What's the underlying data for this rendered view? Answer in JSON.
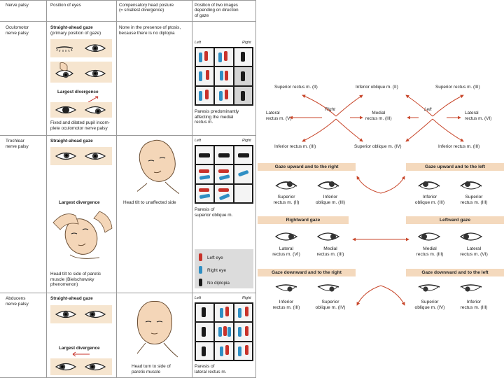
{
  "table": {
    "headers": {
      "palsy": "Nerve palsy",
      "position": "Position of eyes",
      "posture": "Compensatory head posture\n(= smallest divergence)",
      "images": "Position of two images\ndepending on direction\nof gaze"
    },
    "rows": [
      {
        "name": "Oculomotor\nnerve palsy",
        "gaze_title": "Straight-ahead gaze",
        "gaze_sub": "(primary position of gaze)",
        "largest": "Largest divergence",
        "note": "Fixed and dilated pupil incom-\nplete oculomotor nerve palsy",
        "posture": "None in the presence of ptosis,\nbecause there is no diplopia",
        "grid_left": "Left",
        "grid_right": "Right",
        "paresis": "Paresis predominantly\naffecting the medial\nrectus m."
      },
      {
        "name": "Trochlear\nnerve palsy",
        "gaze_title": "Straight-ahead gaze",
        "largest": "Largest divergence",
        "note": "Head tilt to side of paretic\nmuscle (Bielschowsky\nphenomenon)",
        "posture": "Head tilt to unaffected side",
        "grid_left": "Left",
        "grid_right": "Right",
        "paresis": "Paresis of\nsuperior oblique m."
      },
      {
        "name": "Abducens\nnerve palsy",
        "gaze_title": "Straight-ahead gaze",
        "largest": "Largest divergence",
        "posture": "Head turn to side of\nparetic muscle",
        "grid_left": "Left",
        "grid_right": "Right",
        "paresis": "Paresis of\nlateral rectus m."
      }
    ],
    "legend": [
      {
        "label": "Left eye",
        "color": "#c8322a"
      },
      {
        "label": "Right eye",
        "color": "#2f8fc4"
      },
      {
        "label": "No diplopia",
        "color": "#1a1a1a"
      }
    ]
  },
  "diagram": {
    "top_labels": {
      "sr_r": "Superior rectus m. (II)",
      "io_l": "Inferior oblique m. (II)",
      "sr_l": "Superior rectus m. (III)",
      "lr_r": "Lateral\nrectus m. (V)",
      "right": "Right",
      "mr": "Medial\nrectus m. (III)",
      "left": "Left",
      "lr_l": "Lateral\nrectus m. (VI)",
      "ir_r": "Inferior rectus m. (III)",
      "so": "Superior oblique m. (IV)",
      "ir_l": "Inferior rectus m. (III)"
    },
    "bars": {
      "up_right": "Gaze upward and to the right",
      "up_left": "Gaze upward and to the left",
      "right": "Rightward gaze",
      "left": "Leftward gaze",
      "down_right": "Gaze downward and to the right",
      "down_left": "Gaze downward and to the left"
    },
    "muscles": {
      "up_r1": "Superior\nrectus m. (II)",
      "up_r2": "Inferior\noblique m. (III)",
      "up_l1": "Inferior\noblique m. (III)",
      "up_l2": "Superior\nrectus m. (III)",
      "mid_r1": "Lateral\nrectus m. (VI)",
      "mid_r2": "Medial\nrectus m. (III)",
      "mid_l1": "Medial\nrectus m. (III)",
      "mid_l2": "Lateral\nrectus m. (VI)",
      "dn_r1": "Inferior\nrectus m. (III)",
      "dn_r2": "Superior\noblique m. (IV)",
      "dn_l1": "Superior\noblique m. (IV)",
      "dn_l2": "Inferior\nrectus m. (III)"
    },
    "colors": {
      "arrow": "#c8462a",
      "bar": "#f4d9bd",
      "skin": "#f4d6b8",
      "eye_box": "#f6e5cf"
    }
  }
}
